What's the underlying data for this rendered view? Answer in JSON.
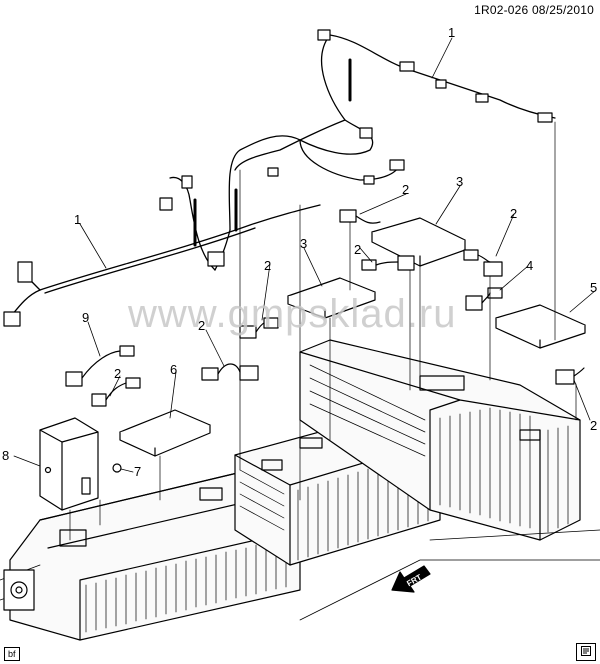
{
  "header": {
    "code": "1R02-026",
    "date": "08/25/2010"
  },
  "watermark": "www.gmpsklad.ru",
  "front_arrow_label": "FRT",
  "corner_left": "bf",
  "corner_right_icon": "info-book-icon",
  "callouts": [
    "1",
    "1",
    "2",
    "2",
    "2",
    "2",
    "2",
    "2",
    "2",
    "3",
    "3",
    "4",
    "5",
    "6",
    "7",
    "8",
    "9"
  ]
}
